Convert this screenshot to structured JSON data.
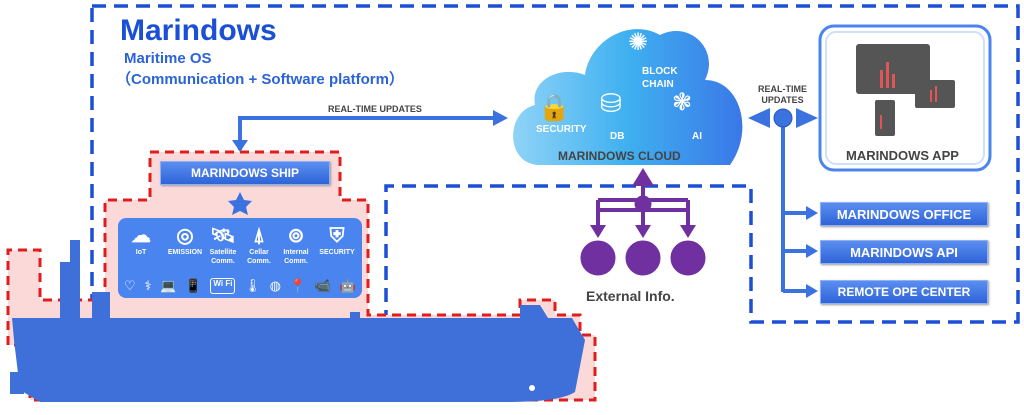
{
  "header": {
    "title": "Marindows",
    "subtitle": "Maritime OS",
    "platform": "（Communication + Software platform）"
  },
  "arrows": {
    "left_label": "REAL-TIME UPDATES",
    "right_label_1": "REAL-TIME",
    "right_label_2": "UPDATES"
  },
  "cloud": {
    "title": "MARINDOWS CLOUD",
    "items": [
      "SECURITY",
      "DB",
      "BLOCK",
      "CHAIN",
      "AI"
    ]
  },
  "app": {
    "label": "MARINDOWS APP"
  },
  "right_buttons": [
    "MARINDOWS OFFICE",
    "MARINDOWS API",
    "REMOTE OPE CENTER"
  ],
  "external": {
    "label": "External Info."
  },
  "ship": {
    "label": "MARINDOWS SHIP",
    "icons": [
      {
        "glyph": "☁",
        "label": "IoT"
      },
      {
        "glyph": "◎",
        "label": "EMISSION"
      },
      {
        "glyph": "🛰",
        "label": "Satellite Comm."
      },
      {
        "glyph": "⍋",
        "label": "Cellar Comm."
      },
      {
        "glyph": "⊚",
        "label": "Internal Comm."
      },
      {
        "glyph": "⛨",
        "label": "SECURITY"
      }
    ],
    "icons_row2": [
      "♡",
      "⚕",
      "💻",
      "📱",
      "Wi Fi",
      "🌡",
      "◍",
      "📍",
      "📹",
      "🤖"
    ]
  }
}
